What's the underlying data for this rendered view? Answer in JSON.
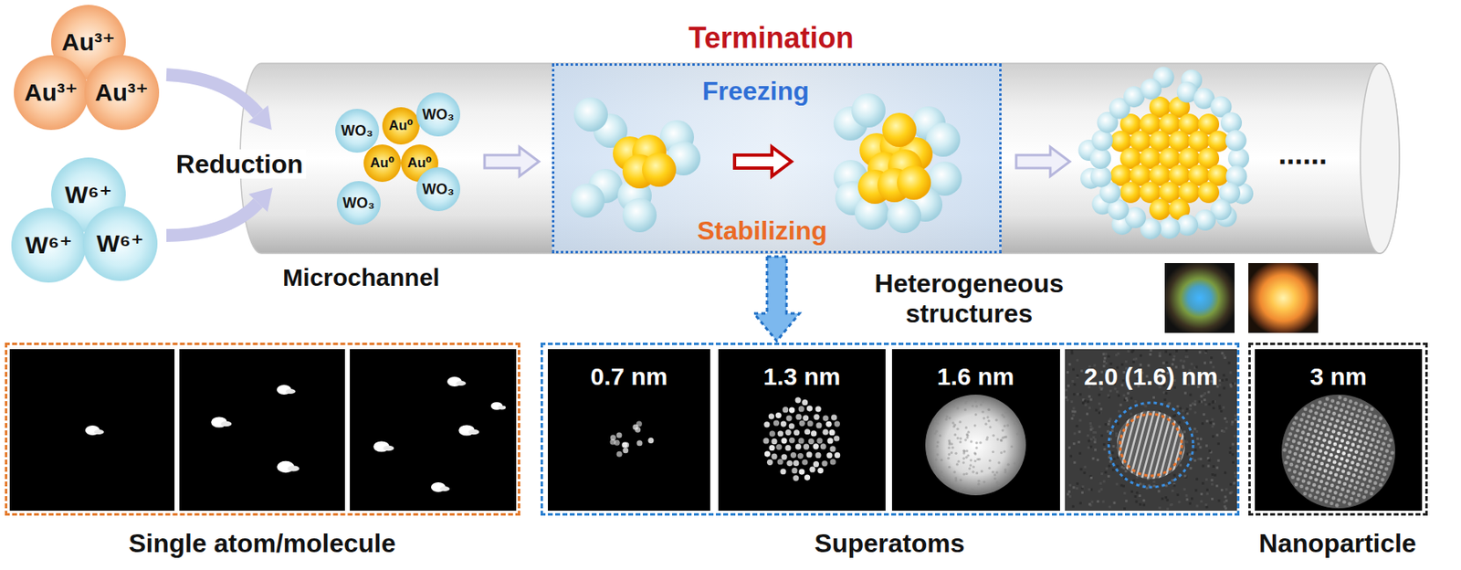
{
  "diagram": {
    "nodes": [
      {
        "text": [
          "Au³⁺"
        ]
      },
      {
        "text": [
          "Au³⁺"
        ]
      },
      {
        "text": [
          "Au³⁺"
        ]
      },
      {
        "text": [
          "W⁶⁺"
        ]
      },
      {
        "text": [
          "W⁶⁺"
        ]
      },
      {
        "text": [
          "W⁶⁺"
        ]
      },
      {
        "text": [
          "WO₃"
        ]
      },
      {
        "text": [
          "Au⁰"
        ]
      },
      {
        "text": [
          "WO₃"
        ]
      },
      {
        "text": [
          "Au⁰"
        ]
      },
      {
        "text": [
          "Au⁰"
        ]
      },
      {
        "text": [
          "WO₃"
        ]
      },
      {
        "text": [
          "WO₃"
        ]
      },
      {
        "text": [
          "Termination",
          "Freezing",
          "Stabilizing"
        ]
      },
      {
        "text": [
          "Single atom/molecule"
        ]
      },
      {
        "text": [
          "Superatoms"
        ]
      },
      {
        "text": [
          "0.7 nm"
        ],
        "in": 15
      },
      {
        "text": [
          "1.3 nm"
        ],
        "in": 15
      },
      {
        "text": [
          "1.6 nm"
        ],
        "in": 15
      },
      {
        "text": [
          "2.0 (1.6) nm"
        ],
        "in": 15
      },
      {
        "text": [
          "Nanoparticle"
        ]
      },
      {
        "text": [
          "3 nm"
        ],
        "in": 20
      }
    ],
    "edges": [
      {
        "from": 13,
        "to": 15,
        "arrow": "to"
      }
    ],
    "labels": [
      "Reduction",
      "Microchannel",
      "Heterogeneous structures",
      "......"
    ]
  }
}
